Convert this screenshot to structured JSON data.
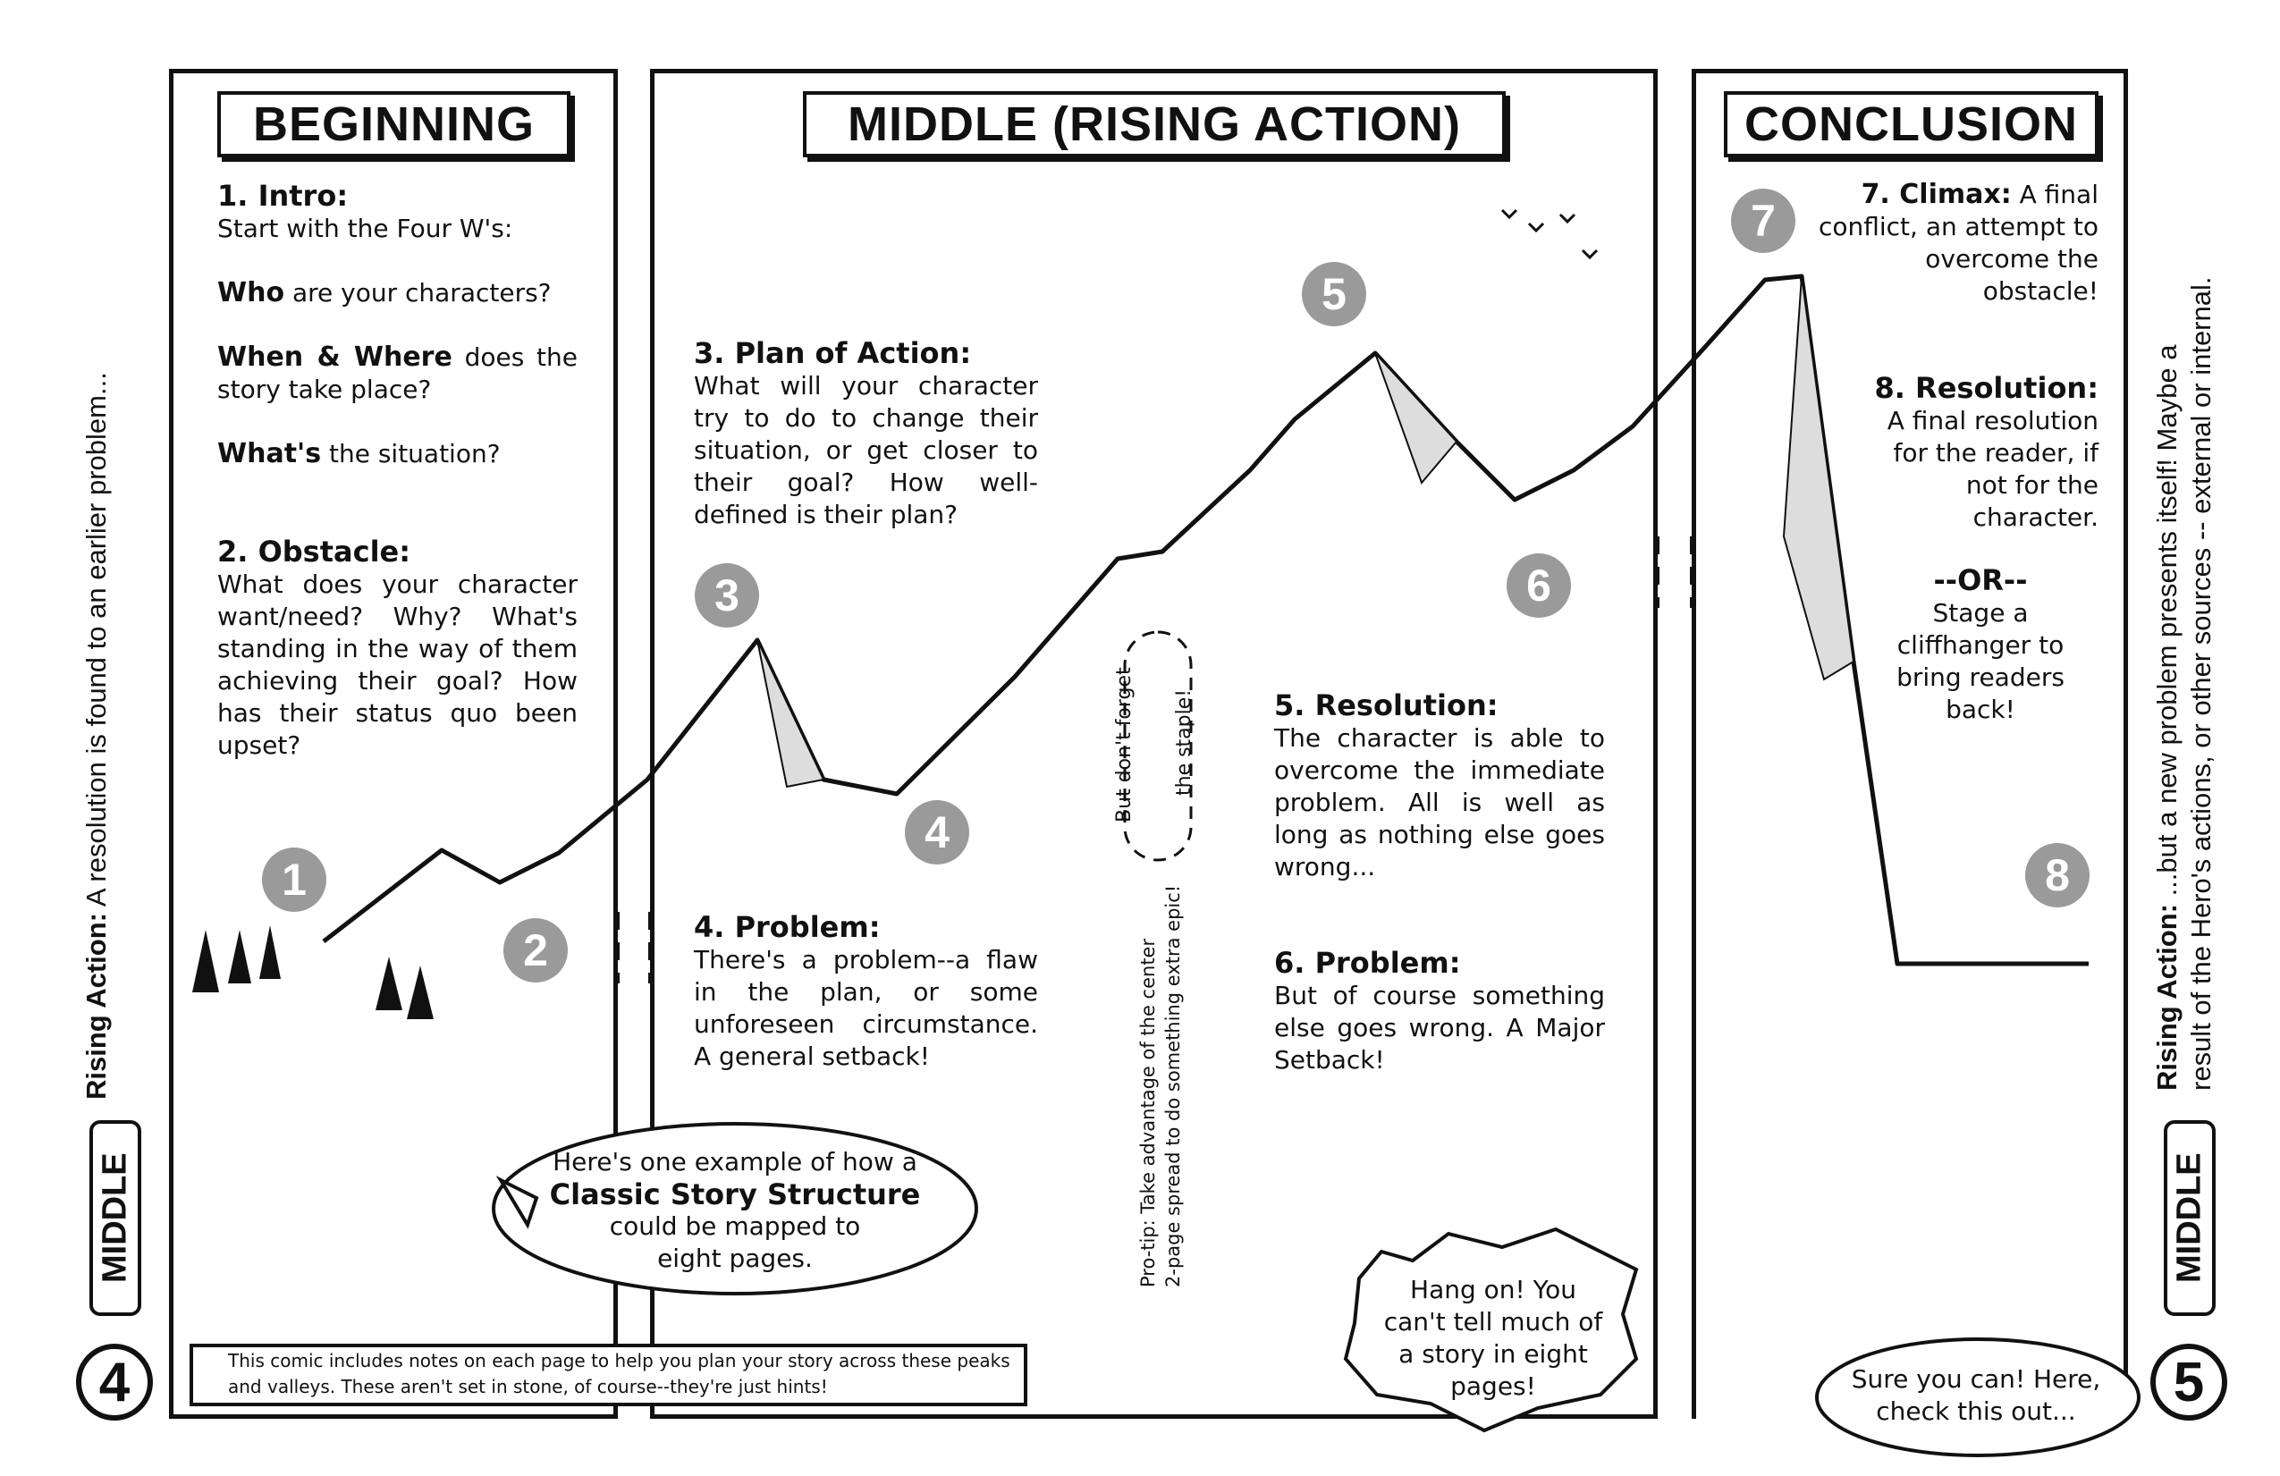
{
  "titles": {
    "beginning": "BEGINNING",
    "middle": "MIDDLE (RISING ACTION)",
    "conclusion": "CONCLUSION"
  },
  "beginning": {
    "intro_heading": "1. Intro:",
    "intro_text": "Start with the Four W's:",
    "who_bold": "Who",
    "who_rest": " are your characters?",
    "when_bold": "When & Where",
    "when_rest": " does the story take place?",
    "what_bold": "What's",
    "what_rest": " the situation?",
    "obstacle_heading": "2. Obstacle:",
    "obstacle_text": "What does your character want/need? Why? What's standing in the way of them achieving their goal? How has their status quo been upset?"
  },
  "middle": {
    "plan_heading": "3. Plan of Action:",
    "plan_text": "What will your character try to do to change their situation, or get closer to their goal? How well-defined is their plan?",
    "problem4_heading": "4. Problem:",
    "problem4_text": "There's a problem--a flaw in the plan, or some unforeseen circumstance. A general setback!",
    "resolution5_heading": "5. Resolution:",
    "resolution5_text": "The character is able to overcome the immediate problem. All is well as long as nothing else goes wrong...",
    "problem6_heading": "6. Problem:",
    "problem6_text": "But of course something else goes wrong. A Major Setback!",
    "staple_line1": "But don't forget",
    "staple_line2": "the staple!",
    "protip_line1": "Pro-tip: Take advantage of the center",
    "protip_line2": "2-page spread to do something extra epic!"
  },
  "conclusion": {
    "climax_heading": "7. Climax:",
    "climax_text": " A final conflict, an attempt to overcome the obstacle!",
    "resolution8_heading": "8. Resolution:",
    "resolution8_text": "A final resolution for the reader, if not for the character.",
    "or": "--OR--",
    "cliffhanger": "Stage a cliffhanger to bring readers back!"
  },
  "markers": [
    "1",
    "2",
    "3",
    "4",
    "5",
    "6",
    "7",
    "8"
  ],
  "bubbles": {
    "example_line1": "Here's one example of how a",
    "example_bold": "Classic Story Structure",
    "example_line2": "could be mapped to eight pages.",
    "note": "This comic includes notes on each page to help you plan your story across these peaks and valleys. These aren't set in stone, of course--they're just hints!",
    "hang_on": "Hang on! You can't tell much of a story in eight pages!",
    "sure": "Sure you can! Here, check this out..."
  },
  "left_strip": {
    "page": "4",
    "tag": "MIDDLE",
    "label": "Rising Action:",
    "text": " A resolution is found to an earlier problem..."
  },
  "right_strip": {
    "page": "5",
    "tag": "MIDDLE",
    "label": "Rising Action:",
    "text": " ...but a new problem presents itself! Maybe a",
    "text2": "result of the Hero's actions, or other sources -- external or internal."
  },
  "colors": {
    "ink": "#111111",
    "marker": "#9a9a9a"
  }
}
